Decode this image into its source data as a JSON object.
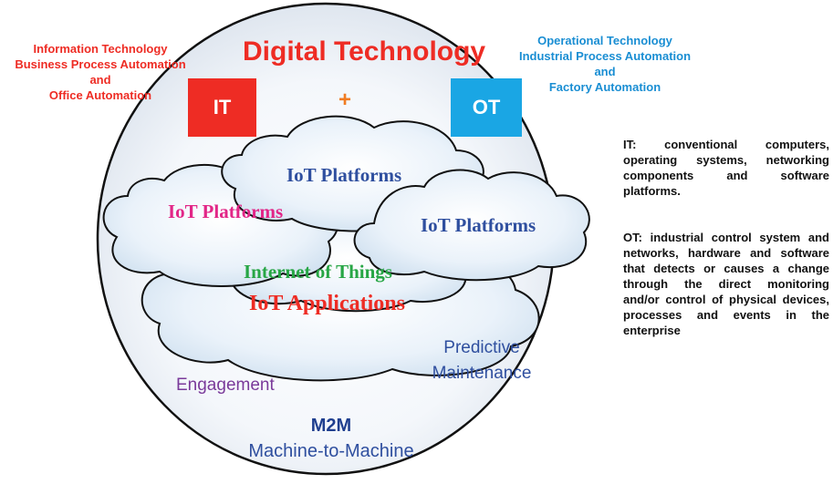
{
  "title": "Digital Technology",
  "left_header": {
    "line1": "Information Technology",
    "line2": "Business Process  Automation",
    "line3": "and",
    "line4": "Office Automation"
  },
  "right_header": {
    "line1": "Operational Technology",
    "line2": "Industrial Process  Automation",
    "line3": "and",
    "line4": "Factory Automation"
  },
  "it_box": "IT",
  "ot_box": "OT",
  "plus": "+",
  "clouds": {
    "top": "IoT Platforms",
    "left": "IoT Platforms",
    "right": "IoT Platforms",
    "internet": "Internet of Things",
    "applications": "IoT Applications"
  },
  "engagement": "Engagement",
  "predictive1": "Predictive",
  "predictive2": "Maintenance",
  "m2m": "M2M",
  "m2m_full": "Machine-to-Machine",
  "it_note": "IT: conventional computers, operating systems, networking components and software platforms.",
  "ot_note": "OT: industrial control system and networks, hardware and software that detects or causes a change through the direct monitoring and/or control of physical devices, processes and events in the enterprise",
  "colors": {
    "it_red": "#ee2c24",
    "ot_blue": "#1aa6e4",
    "dark_blue": "#2f4f9f",
    "magenta": "#e22687",
    "green": "#27a645",
    "purple": "#7a3a9a",
    "plus_orange": "#f07c22"
  }
}
